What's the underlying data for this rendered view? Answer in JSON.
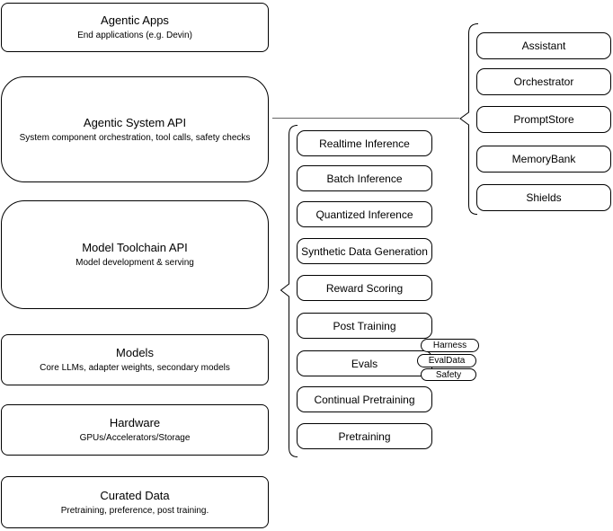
{
  "theme": {
    "background": "#ffffff",
    "node_fill": "#ffffff",
    "node_border": "#000000",
    "connector_line": "#666666"
  },
  "diagram": {
    "stack": [
      {
        "title": "Agentic Apps",
        "subtitle": "End applications (e.g. Devin)"
      },
      {
        "title": "Agentic System API",
        "subtitle": "System component orchestration, tool calls, safety checks"
      },
      {
        "title": "Model Toolchain API",
        "subtitle": "Model development & serving"
      },
      {
        "title": "Models",
        "subtitle": "Core LLMs, adapter weights, secondary models"
      },
      {
        "title": "Hardware",
        "subtitle": "GPUs/Accelerators/Storage"
      },
      {
        "title": "Curated Data",
        "subtitle": "Pretraining, preference, post training."
      }
    ],
    "toolchain_items": [
      {
        "label": "Realtime Inference"
      },
      {
        "label": "Batch Inference"
      },
      {
        "label": "Quantized Inference"
      },
      {
        "label": "Synthetic Data Generation"
      },
      {
        "label": "Reward Scoring"
      },
      {
        "label": "Post Training"
      },
      {
        "label": "Evals"
      },
      {
        "label": "Continual Pretraining"
      },
      {
        "label": "Pretraining"
      }
    ],
    "eval_tags": [
      {
        "label": "Harness"
      },
      {
        "label": "EvalData"
      },
      {
        "label": "Safety"
      }
    ],
    "system_components": [
      {
        "label": "Assistant"
      },
      {
        "label": "Orchestrator"
      },
      {
        "label": "PromptStore"
      },
      {
        "label": "MemoryBank"
      },
      {
        "label": "Shields"
      }
    ]
  }
}
